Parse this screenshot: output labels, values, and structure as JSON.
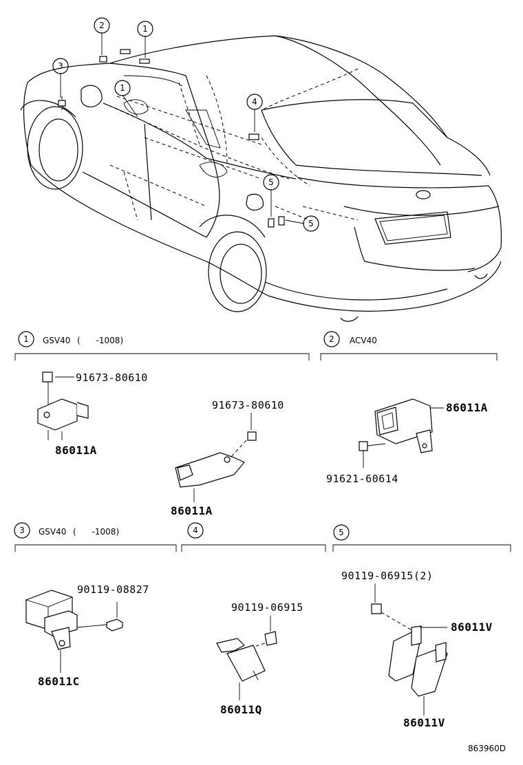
{
  "illustration_code": "863960D",
  "callouts": [
    "1",
    "2",
    "3",
    "4",
    "5"
  ],
  "sections": [
    {
      "index": "1",
      "model": "GSV40",
      "range": "(      -1008)",
      "parts": [
        {
          "label": "91673-80610"
        },
        {
          "label": "86011A"
        },
        {
          "label": "91673-80610"
        },
        {
          "label": "86011A"
        }
      ]
    },
    {
      "index": "2",
      "model": "ACV40",
      "range": "",
      "parts": [
        {
          "label": "86011A"
        },
        {
          "label": "91621-60614"
        }
      ]
    },
    {
      "index": "3",
      "model": "GSV40",
      "range": "(      -1008)",
      "parts": [
        {
          "label": "90119-08827"
        },
        {
          "label": "86011C"
        }
      ]
    },
    {
      "index": "4",
      "model": "",
      "range": "",
      "parts": [
        {
          "label": "90119-06915"
        },
        {
          "label": "86011Q"
        }
      ]
    },
    {
      "index": "5",
      "model": "",
      "range": "",
      "parts": [
        {
          "label": "90119-06915(2)"
        },
        {
          "label": "86011V"
        },
        {
          "label": "86011V"
        }
      ]
    }
  ]
}
